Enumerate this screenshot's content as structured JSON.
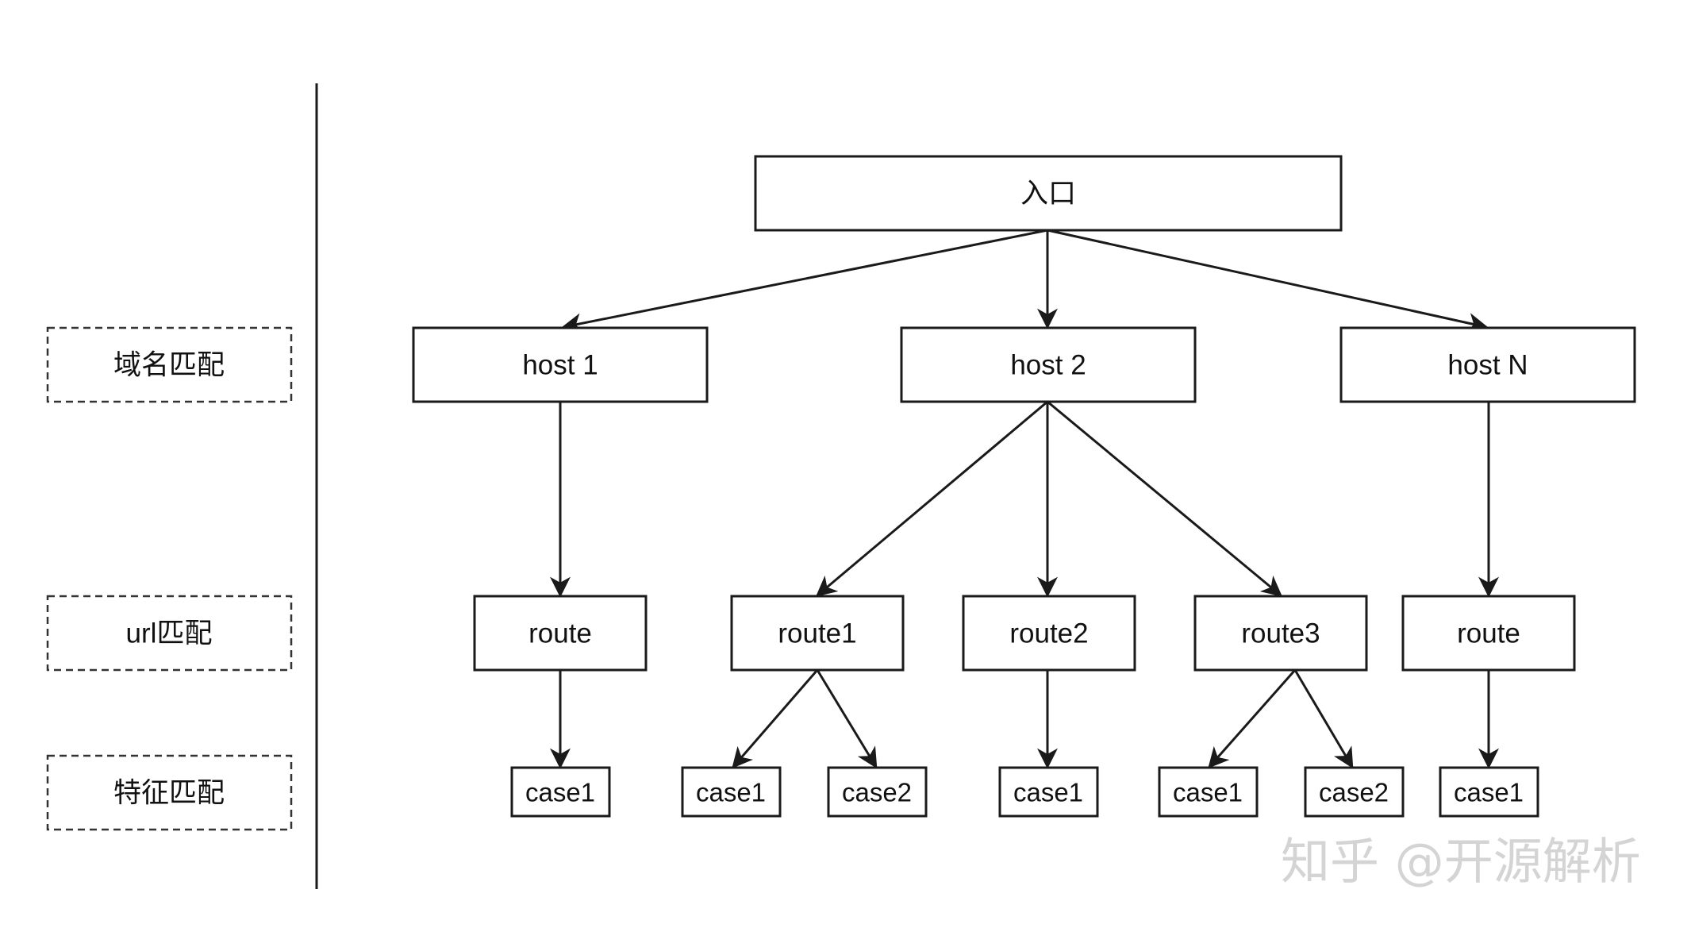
{
  "levels": {
    "domain_match": "域名匹配",
    "url_match": "url匹配",
    "feature_match": "特征匹配"
  },
  "nodes": {
    "entry": "入口",
    "host1": "host 1",
    "host2": "host 2",
    "hostN": "host N",
    "route_a": "route",
    "route1": "route1",
    "route2": "route2",
    "route3": "route3",
    "route_b": "route",
    "case_a1": "case1",
    "case_r1_1": "case1",
    "case_r1_2": "case2",
    "case_r2_1": "case1",
    "case_r3_1": "case1",
    "case_r3_2": "case2",
    "case_b1": "case1"
  },
  "edges": [
    {
      "from": "entry",
      "to": "host1"
    },
    {
      "from": "entry",
      "to": "host2"
    },
    {
      "from": "entry",
      "to": "hostN"
    },
    {
      "from": "host1",
      "to": "route_a"
    },
    {
      "from": "host2",
      "to": "route1"
    },
    {
      "from": "host2",
      "to": "route2"
    },
    {
      "from": "host2",
      "to": "route3"
    },
    {
      "from": "hostN",
      "to": "route_b"
    },
    {
      "from": "route_a",
      "to": "case_a1"
    },
    {
      "from": "route1",
      "to": "case_r1_1"
    },
    {
      "from": "route1",
      "to": "case_r1_2"
    },
    {
      "from": "route2",
      "to": "case_r2_1"
    },
    {
      "from": "route3",
      "to": "case_r3_1"
    },
    {
      "from": "route3",
      "to": "case_r3_2"
    },
    {
      "from": "route_b",
      "to": "case_b1"
    }
  ],
  "watermark": "知乎 @开源解析"
}
